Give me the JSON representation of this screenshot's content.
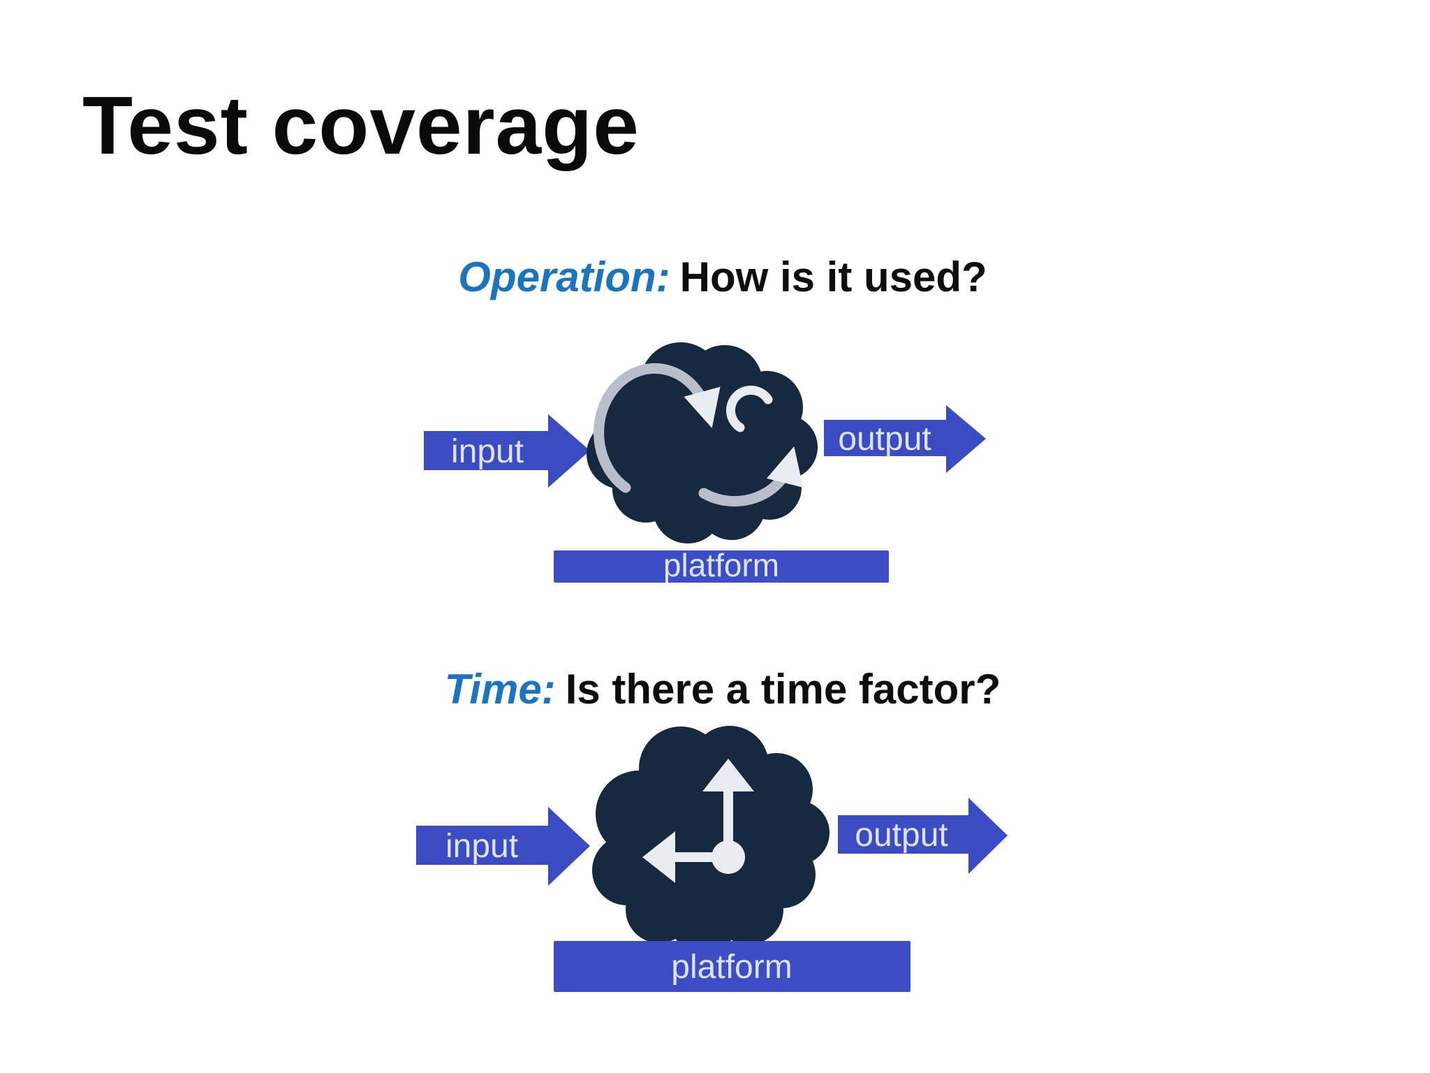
{
  "slide": {
    "title": "Test coverage",
    "colors": {
      "title_black": "#0a0a0a",
      "heading_black": "#0d0d0d",
      "accent_blue": "#1b74be",
      "arrow_blue": "#3b4bc2",
      "platform_blue": "#3d4dc5",
      "cloud_navy": "#16293e",
      "glyph_gray": "#b8bfcb",
      "glyph_light": "#e9ecf2",
      "arrow_text": "#dee3f4"
    },
    "sections": [
      {
        "id": "operation",
        "label": "Operation:",
        "question": "How is it used?",
        "icon": "cycle-arrows-icon",
        "input_label": "input",
        "output_label": "output",
        "platform_label": "platform"
      },
      {
        "id": "time",
        "label": "Time:",
        "question": "Is there a time factor?",
        "icon": "clock-hands-icon",
        "input_label": "input",
        "output_label": "output",
        "platform_label": "platform"
      }
    ]
  }
}
